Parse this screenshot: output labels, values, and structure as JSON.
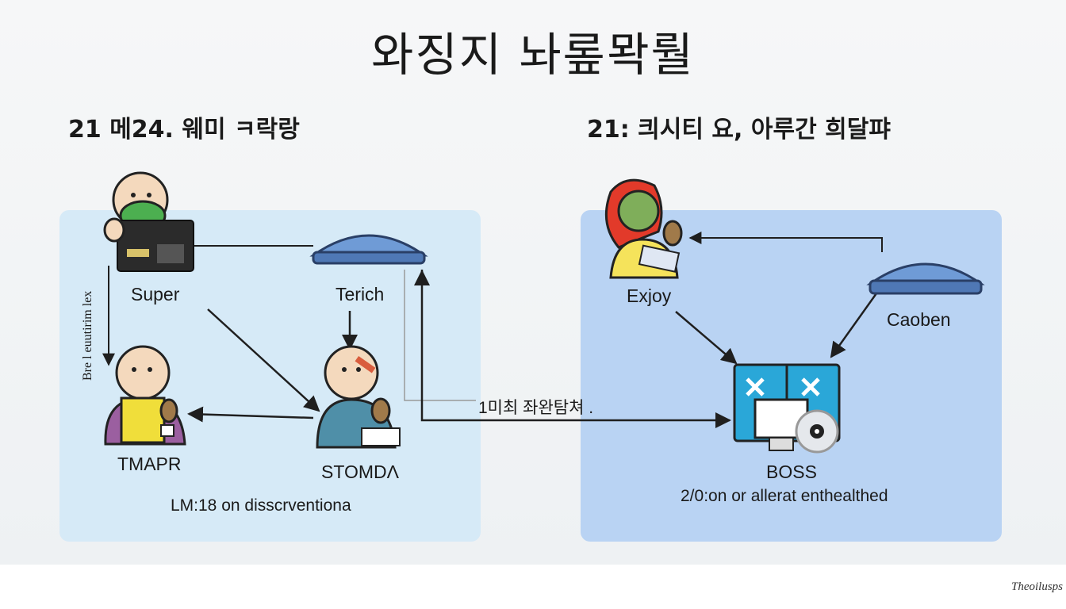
{
  "title": "와징지 놔롶뫅뤌",
  "left": {
    "heading": "21  메24. 웨미 ㅋ락랑",
    "vertical_label": "Bre l euutirim lex",
    "nodes": {
      "super": "Super",
      "terich": "Terich",
      "tmapr": "TMAPR",
      "stomdn": "STOMDΛ"
    },
    "caption": "LM:18 on disscrventiona"
  },
  "right": {
    "heading": "21: 킈시티 요, 아루간 희달퍄",
    "nodes": {
      "exjoy": "Exjoy",
      "caoben": "Caoben",
      "boss": "BOSS"
    },
    "caption": "2/0:on or allerat enthealthed"
  },
  "connector_label": "1미최 좌완탐쳐 .",
  "watermark": "Theoilusps",
  "colors": {
    "left_panel": "#d6eaf7",
    "right_panel": "#b9d3f3",
    "arrow": "#1f1f1f",
    "hub": "#6f9bd6"
  }
}
